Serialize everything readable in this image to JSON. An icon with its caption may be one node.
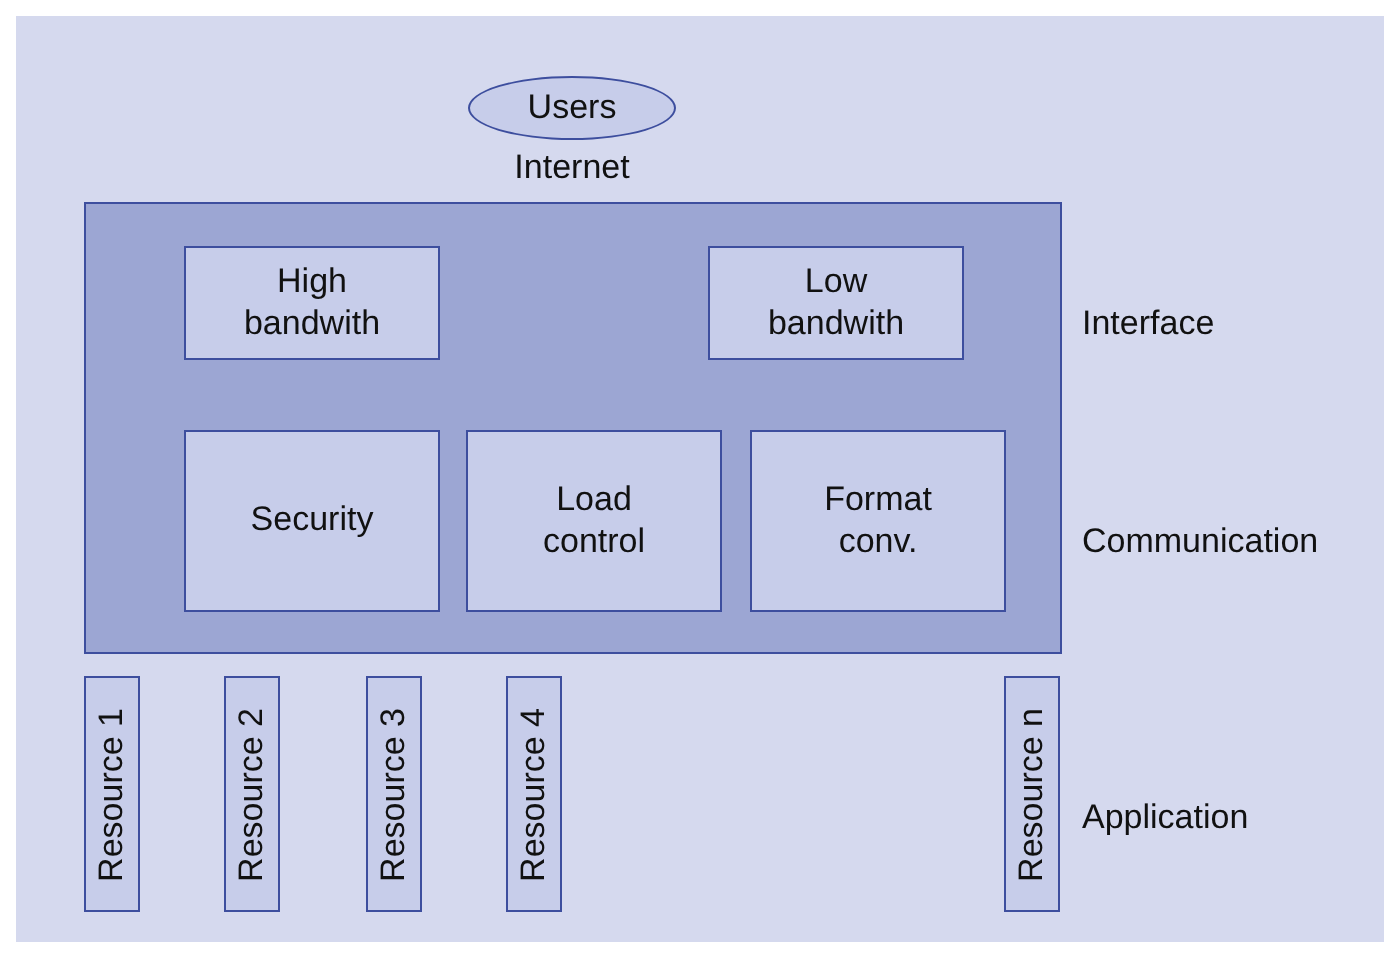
{
  "diagram": {
    "nodes": [
      {
        "text": [
          "Users"
        ],
        "beside": [
          "Internet"
        ]
      },
      {
        "text": [],
        "shape": "box"
      },
      {
        "text": [
          "High bandwith"
        ],
        "in": 1
      },
      {
        "text": [
          "Low bandwith"
        ],
        "in": 1
      },
      {
        "text": [
          "Security"
        ],
        "in": 1
      },
      {
        "text": [
          "Load control"
        ],
        "in": 1
      },
      {
        "text": [
          "Format conv."
        ],
        "in": 1
      },
      {
        "text": [
          "Resource 1"
        ]
      },
      {
        "text": [
          "Resource 2"
        ]
      },
      {
        "text": [
          "Resource 3"
        ]
      },
      {
        "text": [
          "Resource 4"
        ]
      },
      {
        "text": [
          "Resource n"
        ]
      }
    ],
    "labels": [
      "Interface",
      "Communication",
      "Application"
    ]
  }
}
